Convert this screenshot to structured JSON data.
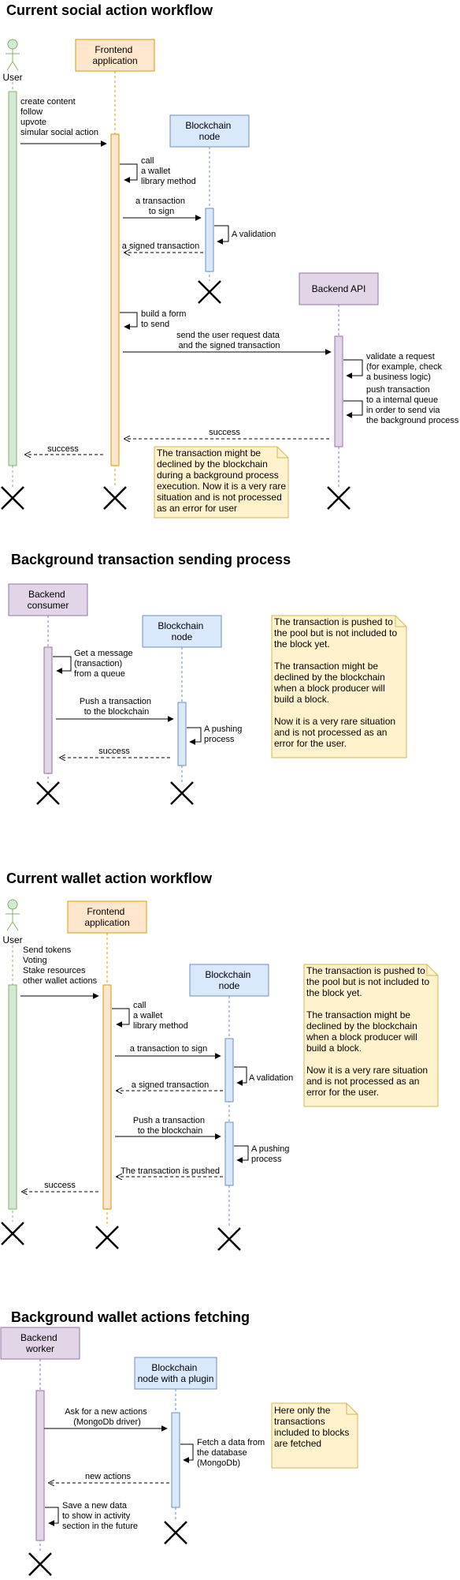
{
  "colors": {
    "orange_fill": "#ffe6cc",
    "orange_stroke": "#d79b00",
    "blue_fill": "#dae8fc",
    "blue_stroke": "#6c8ebf",
    "purple_fill": "#e1d5e7",
    "purple_stroke": "#9673a6",
    "green_fill": "#d5e8d4",
    "green_stroke": "#82b366",
    "note_fill": "#fff2cc",
    "note_stroke": "#d6b656"
  },
  "sections": [
    {
      "title": "Current social action workflow",
      "actors": [
        {
          "label": "User"
        },
        {
          "lines": [
            "Frontend",
            "application"
          ]
        },
        {
          "lines": [
            "Blockchain",
            "node"
          ]
        },
        {
          "lines": [
            "Backend API"
          ]
        }
      ],
      "messages": [
        {
          "lines": [
            "create content",
            "follow",
            "upvote",
            "simular social action"
          ]
        },
        {
          "lines": [
            "call",
            "a wallet",
            "library method"
          ]
        },
        {
          "lines": [
            "a transaction",
            "to sign"
          ]
        },
        {
          "lines": [
            "A validation"
          ]
        },
        {
          "lines": [
            "a signed transaction"
          ]
        },
        {
          "lines": [
            "build a form",
            "to send"
          ]
        },
        {
          "lines": [
            "send the user request data",
            "and the signed transaction"
          ]
        },
        {
          "lines": [
            "validate a request",
            "(for example, check",
            "a business logic)"
          ]
        },
        {
          "lines": [
            "push transaction",
            "to a internal queue",
            "in order to send via",
            "the background process"
          ]
        },
        {
          "lines": [
            "success"
          ]
        },
        {
          "lines": [
            "success"
          ]
        }
      ],
      "note": [
        "The transaction might be",
        "declined by the blockchain",
        "during a background process",
        "execution. Now it is a very rare",
        "situation and is not processed",
        "as an error for user"
      ]
    },
    {
      "title": "Background transaction sending process",
      "actors": [
        {
          "lines": [
            "Backend",
            "consumer"
          ]
        },
        {
          "lines": [
            "Blockchain",
            "node"
          ]
        }
      ],
      "messages": [
        {
          "lines": [
            "Get a message",
            "(transaction)",
            "from a queue"
          ]
        },
        {
          "lines": [
            "Push a transaction",
            "to the blockchain"
          ]
        },
        {
          "lines": [
            "A pushing",
            "process"
          ]
        },
        {
          "lines": [
            "success"
          ]
        }
      ],
      "note": [
        "The transaction is pushed to",
        "the pool but is not included to",
        "the block yet.",
        "",
        "The transaction might be",
        "declined by the blockchain",
        "when a block producer will",
        "build a block.",
        "",
        "Now it is a very rare situation",
        "and is not processed as an",
        "error for the user."
      ]
    },
    {
      "title": "Current wallet action workflow",
      "actors": [
        {
          "label": "User"
        },
        {
          "lines": [
            "Frontend",
            "application"
          ]
        },
        {
          "lines": [
            "Blockchain",
            "node"
          ]
        }
      ],
      "messages": [
        {
          "lines": [
            "Send tokens",
            "Voting",
            "Stake resources",
            "other wallet actions"
          ]
        },
        {
          "lines": [
            "call",
            "a wallet",
            "library method"
          ]
        },
        {
          "lines": [
            "a transaction to sign"
          ]
        },
        {
          "lines": [
            "A validation"
          ]
        },
        {
          "lines": [
            "a signed transaction"
          ]
        },
        {
          "lines": [
            "Push a transaction",
            "to the blockchain"
          ]
        },
        {
          "lines": [
            "A pushing",
            "process"
          ]
        },
        {
          "lines": [
            "The transaction is pushed"
          ]
        },
        {
          "lines": [
            "success"
          ]
        }
      ],
      "note": [
        "The transaction is pushed to",
        "the pool but is not included to",
        "the block yet.",
        "",
        "The transaction might be",
        "declined by the blockchain",
        "when a block producer will",
        "build a block.",
        "",
        "Now it is a very rare situation",
        "and is not processed as an",
        "error for the user."
      ]
    },
    {
      "title": "Background wallet actions fetching",
      "actors": [
        {
          "lines": [
            "Backend",
            "worker"
          ]
        },
        {
          "lines": [
            "Blockchain",
            "node with a plugin"
          ]
        }
      ],
      "messages": [
        {
          "lines": [
            "Ask for a new actions",
            "(MongoDb driver)"
          ]
        },
        {
          "lines": [
            "Fetch a data from",
            "the database",
            "(MongoDb)"
          ]
        },
        {
          "lines": [
            "new actions"
          ]
        },
        {
          "lines": [
            "Save a new data",
            "to show in activity",
            "section in the future"
          ]
        }
      ],
      "note": [
        "Here only the",
        "transactions",
        "included to blocks",
        "are fetched"
      ]
    }
  ]
}
